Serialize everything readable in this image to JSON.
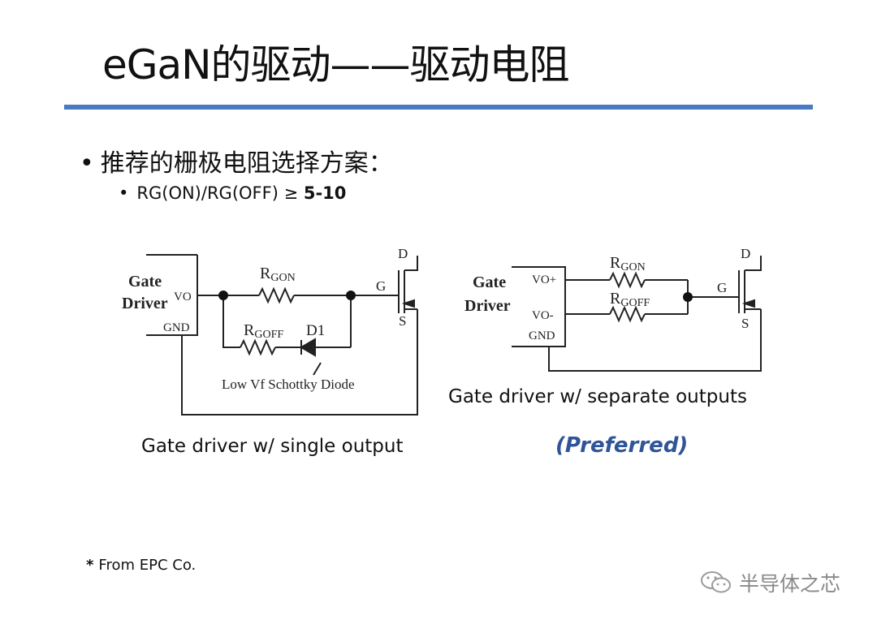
{
  "slide": {
    "title": "eGaN的驱动——驱动电阻",
    "bullet1_mark": "•",
    "bullet1": "推荐的栅极电阻选择方案：",
    "bullet2_mark": "•",
    "bullet2_text": "RG(ON)/RG(OFF) ≥ ",
    "bullet2_bold": "5-10",
    "accent_color": "#4a7ac2"
  },
  "circuit_single": {
    "driver_line1": "Gate",
    "driver_line2": "Driver",
    "vo": "VO",
    "gnd": "GND",
    "rgon_main": "R",
    "rgon_sub": "GON",
    "rgoff_main": "R",
    "rgoff_sub": "GOFF",
    "diode": "D1",
    "diode_note": "Low Vf Schottky Diode",
    "gate": "G",
    "drain": "D",
    "source": "S",
    "caption": "Gate driver w/ single output"
  },
  "circuit_separate": {
    "driver_line1": "Gate",
    "driver_line2": "Driver",
    "vo_plus": "VO+",
    "vo_minus": "VO-",
    "gnd": "GND",
    "rgon_main": "R",
    "rgon_sub": "GON",
    "rgoff_main": "R",
    "rgoff_sub": "GOFF",
    "gate": "G",
    "drain": "D",
    "source": "S",
    "caption": "Gate driver w/ separate outputs",
    "preferred": "(Preferred)",
    "preferred_color": "#2f5597"
  },
  "footnote": {
    "star": "*",
    "text": "From EPC Co."
  },
  "watermark": {
    "icon": "wechat-icon",
    "text": "半导体之芯"
  }
}
